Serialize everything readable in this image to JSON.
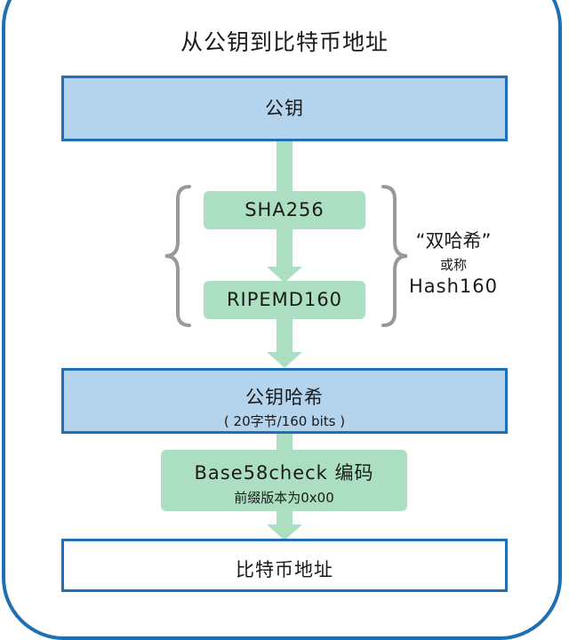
{
  "title": "从公钥到比特币地址",
  "nodes": {
    "public_key": "公钥",
    "sha256": "SHA256",
    "ripemd160": "RIPEMD160",
    "pubkey_hash": "公钥哈希",
    "pubkey_hash_note": "( 20字节/160 bits )",
    "base58": "Base58check 编码",
    "base58_note": "前缀版本为0x00",
    "address": "比特币地址"
  },
  "group_label": {
    "line1": "“双哈希”",
    "line2": "或称",
    "line3": "Hash160"
  },
  "colors": {
    "frame": "#1f6fb5",
    "blue_box": "#b3d4ec",
    "green_box": "#acdfc2",
    "bracket": "#999999"
  }
}
